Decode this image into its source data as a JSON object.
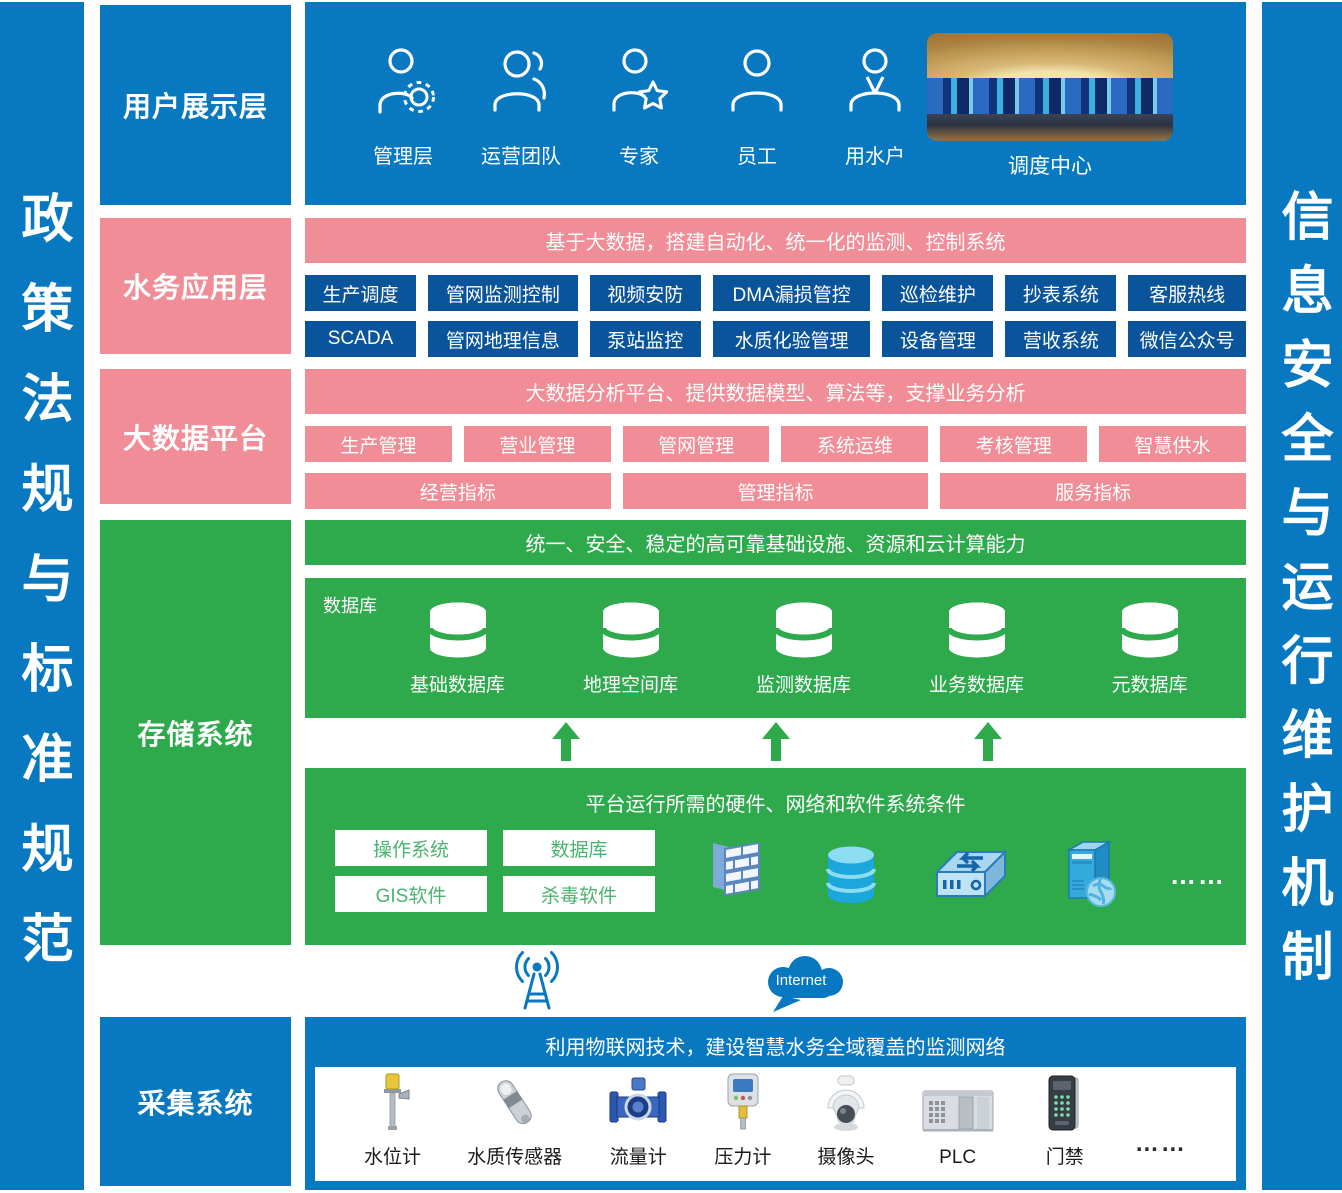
{
  "colors": {
    "primary_blue": "#0878c0",
    "dark_blue_button": "#0a549b",
    "pink": "#f08d96",
    "green": "#2eaa4d",
    "software_text_green": "#4cb370"
  },
  "side_bars": {
    "left": "政策法规与标准规范",
    "right": "信息安全与运行维护机制"
  },
  "user_layer": {
    "label": "用户展示层",
    "users": [
      {
        "label": "管理层",
        "icon": "person-gear-icon"
      },
      {
        "label": "运营团队",
        "icon": "people-icon"
      },
      {
        "label": "专家",
        "icon": "person-star-icon"
      },
      {
        "label": "员工",
        "icon": "person-icon"
      },
      {
        "label": "用水户",
        "icon": "person-tie-icon"
      }
    ],
    "photo_caption": "调度中心"
  },
  "app_layer": {
    "label": "水务应用层",
    "header": "基于大数据，搭建自动化、统一化的监测、控制系统",
    "row1": [
      "生产调度",
      "管网监测控制",
      "视频安防",
      "DMA漏损管控",
      "巡检维护",
      "抄表系统",
      "客服热线"
    ],
    "row2": [
      "SCADA",
      "管网地理信息",
      "泵站监控",
      "水质化验管理",
      "设备管理",
      "营收系统",
      "微信公众号"
    ]
  },
  "bigdata_layer": {
    "label": "大数据平台",
    "header": "大数据分析平台、提供数据模型、算法等，支撑业务分析",
    "row1": [
      "生产管理",
      "营业管理",
      "管网管理",
      "系统运维",
      "考核管理",
      "智慧供水"
    ],
    "row2": [
      "经营指标",
      "管理指标",
      "服务指标"
    ]
  },
  "storage_layer": {
    "label": "存储系统",
    "header": "统一、安全、稳定的高可靠基础设施、资源和云计算能力",
    "db_group_label": "数据库",
    "databases": [
      "基础数据库",
      "地理空间库",
      "监测数据库",
      "业务数据库",
      "元数据库"
    ],
    "infra_title": "平台运行所需的硬件、网络和软件系统条件",
    "software": [
      "操作系统",
      "数据库",
      "GIS软件",
      "杀毒软件"
    ],
    "ellipsis": "……"
  },
  "network": {
    "internet_label": "Internet"
  },
  "collect_layer": {
    "label": "采集系统",
    "header": "利用物联网技术，建设智慧水务全域覆盖的监测网络",
    "devices": [
      "水位计",
      "水质传感器",
      "流量计",
      "压力计",
      "摄像头",
      "PLC",
      "门禁"
    ],
    "ellipsis": "……"
  }
}
